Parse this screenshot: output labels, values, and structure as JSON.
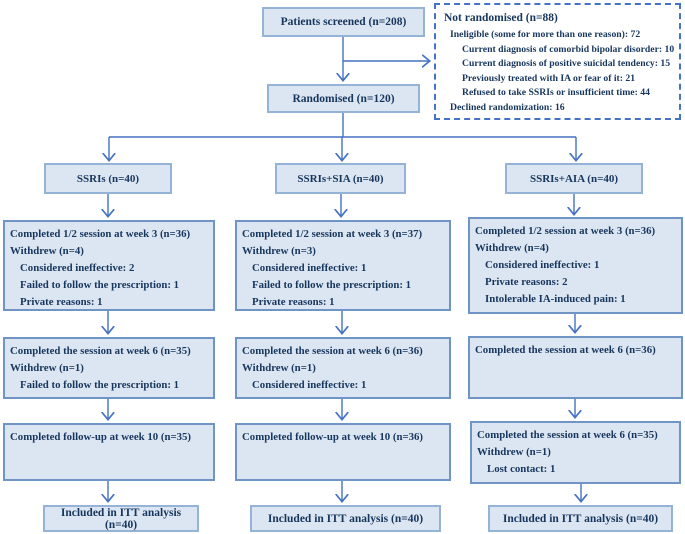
{
  "colors": {
    "box_fill": "#dce6f2",
    "box_border": "#95b3d7",
    "dashed_border": "#4472c4",
    "arrow": "#4472c4",
    "text": "#17365d"
  },
  "flow": {
    "screened": "Patients screened (n=208)",
    "randomised": "Randomised (n=120)",
    "not_randomised": {
      "title": "Not randomised (n=88)",
      "items": [
        {
          "text": "Ineligible (some for more than one reason): 72",
          "indent": 1
        },
        {
          "text": "Current diagnosis of comorbid bipolar disorder: 10",
          "indent": 2
        },
        {
          "text": "Current diagnosis of positive suicidal tendency: 15",
          "indent": 2
        },
        {
          "text": "Previously treated with IA or fear of it: 21",
          "indent": 2
        },
        {
          "text": "Refused to take SSRIs or insufficient time: 44",
          "indent": 2
        },
        {
          "text": "Declined randomization: 16",
          "indent": 1
        }
      ]
    },
    "columns": [
      {
        "arm": "SSRIs (n=40)",
        "week3": {
          "title": "Completed 1/2 session at week 3 (n=36)",
          "lines": [
            {
              "text": "Withdrew (n=4)",
              "indent": 0
            },
            {
              "text": "Considered ineffective: 2",
              "indent": 1
            },
            {
              "text": "Failed to follow the prescription: 1",
              "indent": 1
            },
            {
              "text": "Private reasons: 1",
              "indent": 1
            }
          ]
        },
        "week6": {
          "title": "Completed the session at week 6 (n=35)",
          "lines": [
            {
              "text": "Withdrew (n=1)",
              "indent": 0
            },
            {
              "text": "Failed to follow the prescription: 1",
              "indent": 1
            }
          ]
        },
        "followup": {
          "title": "Completed follow-up at week 10 (n=35)",
          "lines": []
        },
        "itt": "Included in ITT analysis (n=40)"
      },
      {
        "arm": "SSRIs+SIA (n=40)",
        "week3": {
          "title": "Completed 1/2 session at week 3 (n=37)",
          "lines": [
            {
              "text": "Withdrew (n=3)",
              "indent": 0
            },
            {
              "text": "Considered ineffective: 1",
              "indent": 1
            },
            {
              "text": "Failed to follow the prescription: 1",
              "indent": 1
            },
            {
              "text": "Private reasons: 1",
              "indent": 1
            }
          ]
        },
        "week6": {
          "title": "Completed the session at week 6 (n=36)",
          "lines": [
            {
              "text": "Withdrew (n=1)",
              "indent": 0
            },
            {
              "text": "Considered ineffective: 1",
              "indent": 1
            }
          ]
        },
        "followup": {
          "title": "Completed follow-up at week 10 (n=36)",
          "lines": []
        },
        "itt": "Included in ITT analysis (n=40)"
      },
      {
        "arm": "SSRIs+AIA (n=40)",
        "week3": {
          "title": "Completed 1/2 session at week 3 (n=36)",
          "lines": [
            {
              "text": "Withdrew (n=4)",
              "indent": 0
            },
            {
              "text": "Considered ineffective: 1",
              "indent": 1
            },
            {
              "text": "Private reasons: 2",
              "indent": 1
            },
            {
              "text": "Intolerable IA-induced pain: 1",
              "indent": 1
            }
          ]
        },
        "week6": {
          "title": "Completed the session at week 6 (n=36)",
          "lines": []
        },
        "followup": {
          "title": "Completed the session at week 6 (n=35)",
          "lines": [
            {
              "text": "Withdrew (n=1)",
              "indent": 0
            },
            {
              "text": "Lost contact: 1",
              "indent": 1
            }
          ]
        },
        "itt": "Included in ITT analysis (n=40)"
      }
    ]
  }
}
